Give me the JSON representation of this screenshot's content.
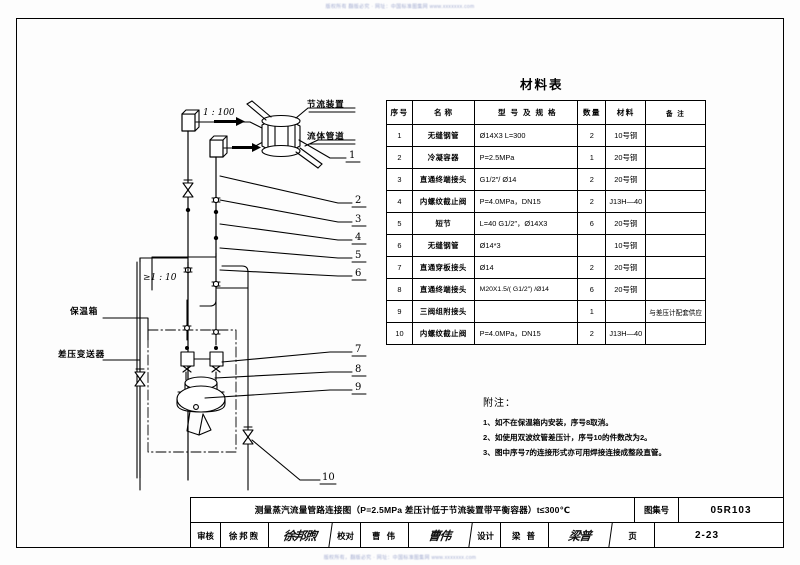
{
  "page": {
    "watermark_top": "版权所有  翻版必究 · 网址：中国标准图集网 www.xxxxxxx.com",
    "watermark_bottom": "版权所有，翻版必究 · 网址：中国标准图集网 www.xxxxxxx.com"
  },
  "material_table": {
    "title": "材料表",
    "headers": [
      "序号",
      "名  称",
      "型 号 及 规 格",
      "数量",
      "材料",
      "备  注"
    ],
    "rows": [
      {
        "no": "1",
        "name": "无缝钢管",
        "spec": "Ø14X3   L=300",
        "qty": "2",
        "material": "10号钢",
        "note": ""
      },
      {
        "no": "2",
        "name": "冷凝容器",
        "spec": "P=2.5MPa",
        "qty": "1",
        "material": "20号钢",
        "note": ""
      },
      {
        "no": "3",
        "name": "直通终端接头",
        "spec": "G1/2″/ Ø14",
        "qty": "2",
        "material": "20号钢",
        "note": ""
      },
      {
        "no": "4",
        "name": "内螺纹截止阀",
        "spec": "P=4.0MPa，DN15",
        "qty": "2",
        "material": "J13H—40",
        "note": ""
      },
      {
        "no": "5",
        "name": "短节",
        "spec": "L=40   G1/2″，Ø14X3",
        "qty": "6",
        "material": "20号钢",
        "note": ""
      },
      {
        "no": "6",
        "name": "无缝钢管",
        "spec": "Ø14*3",
        "qty": "",
        "material": "10号钢",
        "note": ""
      },
      {
        "no": "7",
        "name": "直通穿板接头",
        "spec": "Ø14",
        "qty": "2",
        "material": "20号钢",
        "note": ""
      },
      {
        "no": "8",
        "name": "直通终端接头",
        "spec": "M20X1.5/( G1/2″) /Ø14",
        "qty": "6",
        "material": "20号钢",
        "note": ""
      },
      {
        "no": "9",
        "name": "三阀组附接头",
        "spec": "",
        "qty": "1",
        "material": "",
        "note": "与差压计配套供应"
      },
      {
        "no": "10",
        "name": "内螺纹截止阀",
        "spec": "P=4.0MPa，DN15",
        "qty": "2",
        "material": "J13H—40",
        "note": ""
      }
    ]
  },
  "notes": {
    "heading": "附注：",
    "items": [
      "1、如不在保温箱内安装，序号8取消。",
      "2、如使用双波纹管差压计，序号10的件数改为2。",
      "3、图中序号7的连接形式亦可用焊接连接成整段直管。"
    ]
  },
  "diagram": {
    "labels": {
      "throttle_device": "节流装置",
      "fluid_pipeline": "流体管道",
      "insulation_box": "保温箱",
      "dp_transmitter": "差压变送器"
    },
    "slopes": {
      "upper": "1 : 100",
      "lower": "≥1 : 10"
    },
    "leader_numbers": [
      "1",
      "2",
      "3",
      "4",
      "5",
      "6",
      "7",
      "8",
      "9",
      "10"
    ]
  },
  "title_block": {
    "drawing_title": "测量蒸汽流量管路连接图（P=2.5MPa  差压计低于节流装置带平衡容器）t≤300℃",
    "atlas_label": "图集号",
    "atlas_number": "05R103",
    "page_label": "页",
    "page_number": "2-23",
    "review_label": "审核",
    "review_name": "徐邦煦",
    "review_sign": "徐邦煦",
    "check_label": "校对",
    "check_name": "曹 伟",
    "check_sign": "曹伟",
    "design_label": "设计",
    "design_name": "梁 普",
    "design_sign": "梁普"
  }
}
